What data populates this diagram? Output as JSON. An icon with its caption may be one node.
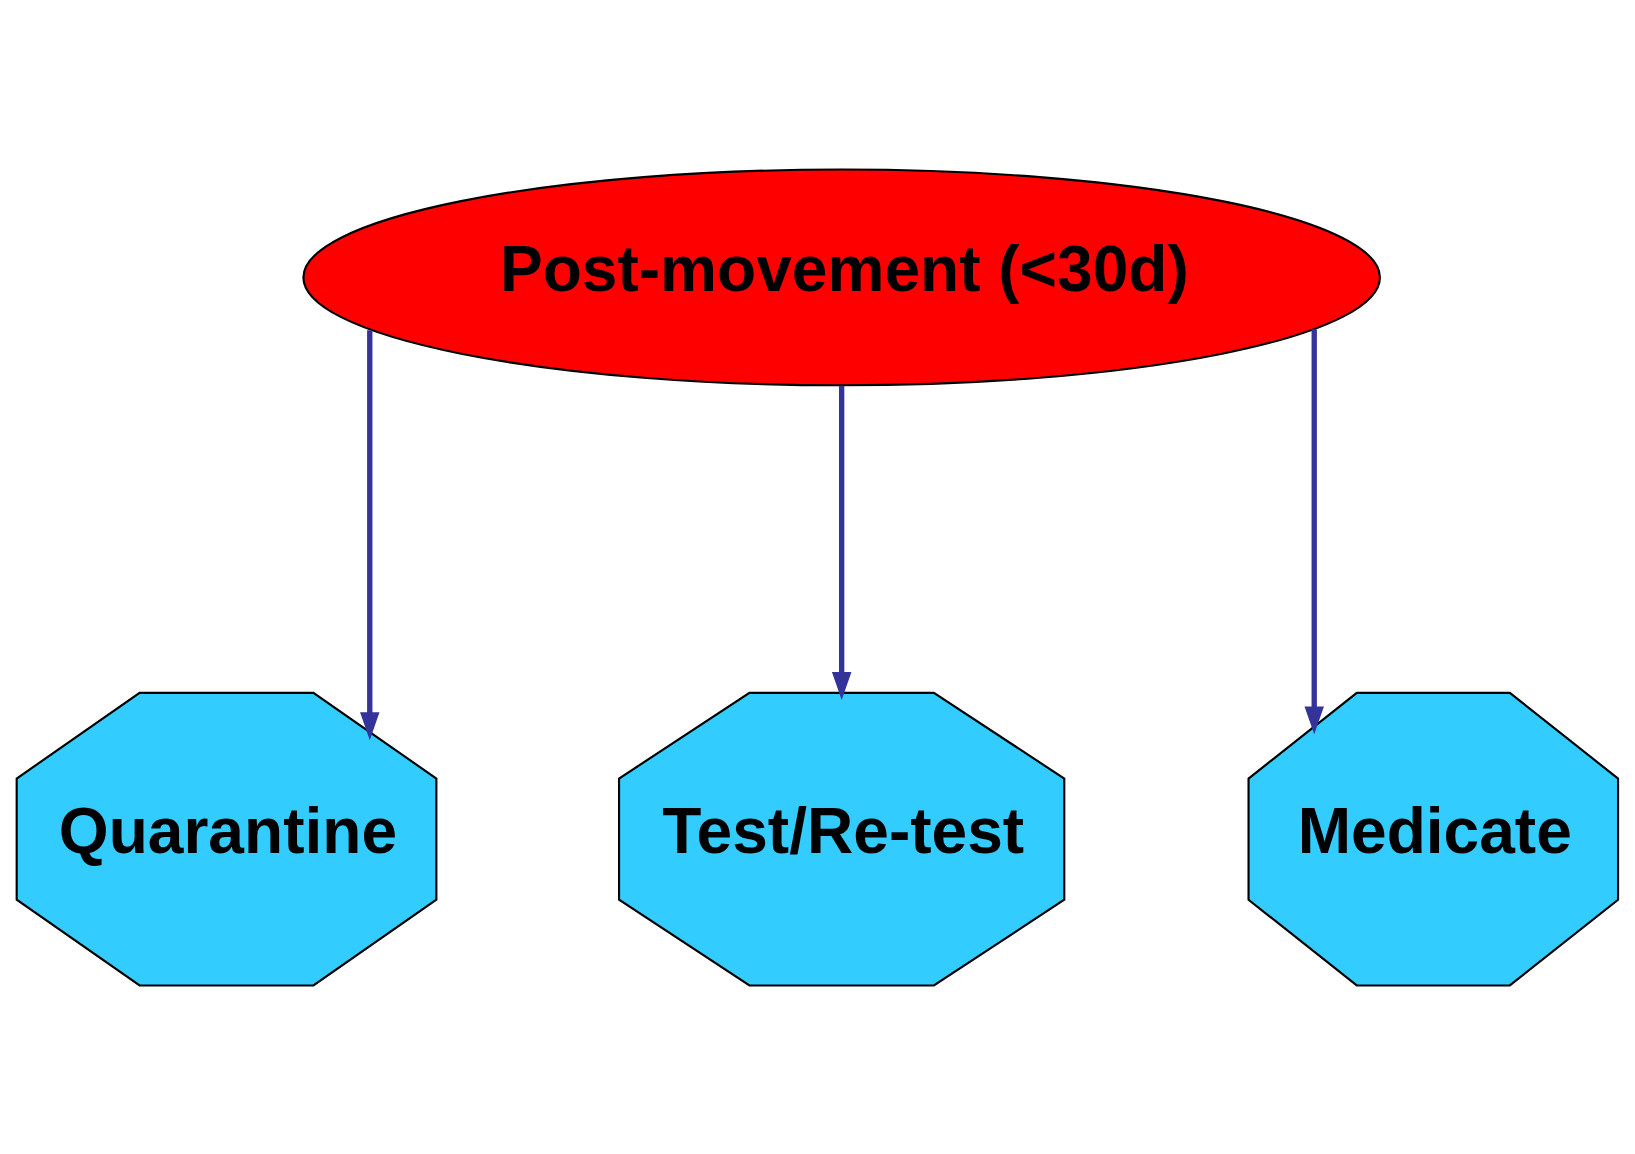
{
  "diagram": {
    "nodes": [
      {
        "text": [
          "Post-movement (<30d)"
        ]
      },
      {
        "text": [
          "Quarantine"
        ]
      },
      {
        "text": [
          "Test/Re-test"
        ]
      },
      {
        "text": [
          "Medicate"
        ]
      }
    ],
    "edges": [
      {
        "from": 0,
        "to": 1,
        "arrow": "to"
      },
      {
        "from": 0,
        "to": 2,
        "arrow": "to"
      },
      {
        "from": 0,
        "to": 3,
        "arrow": "to"
      }
    ]
  }
}
